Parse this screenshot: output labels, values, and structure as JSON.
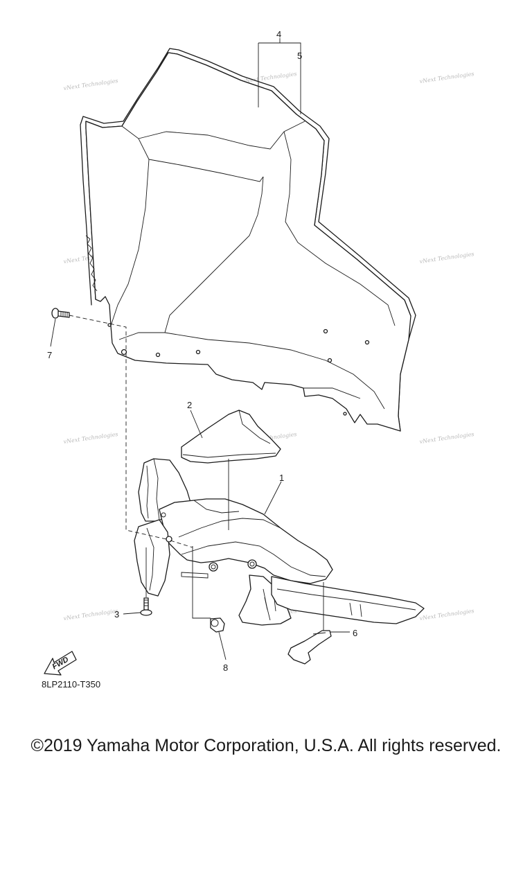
{
  "diagram": {
    "code": "8LP2110-T350",
    "fwd_label": "FWD",
    "watermark_text": "vNext Technologies",
    "callouts": [
      "1",
      "2",
      "3",
      "4",
      "5",
      "6",
      "7",
      "8"
    ]
  },
  "footer": {
    "copyright": "©2019 Yamaha Motor Corporation, U.S.A. All rights reserved."
  }
}
